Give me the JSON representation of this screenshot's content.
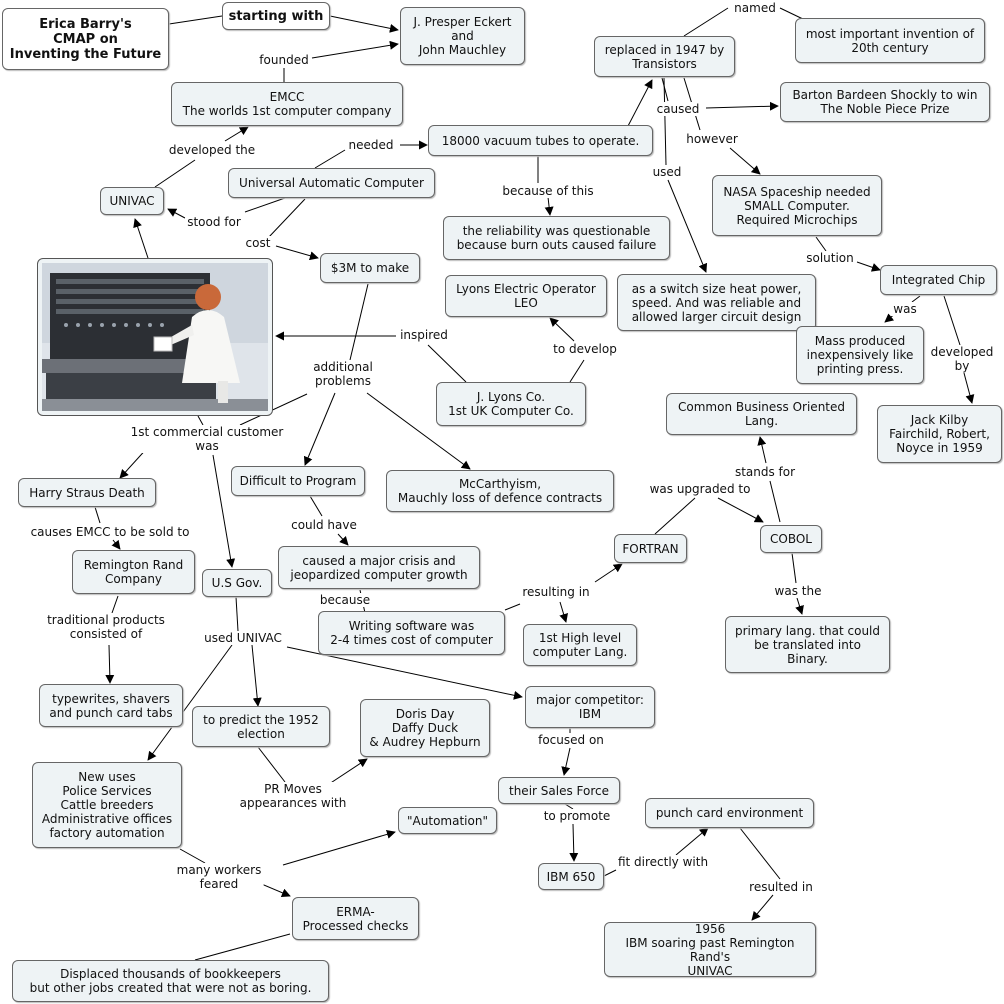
{
  "nodes": {
    "title": "Erica Barry's\nCMAP on\nInventing the Future",
    "starting_with": "starting with",
    "eckert": "J. Presper Eckert\nand\nJohn Mauchley",
    "emcc": "EMCC\nThe worlds 1st computer company",
    "univac": "UNIVAC",
    "uac": "Universal Automatic Computer",
    "tubes": "18000 vacuum tubes to operate.",
    "reliability": "the reliability was questionable\nbecause burn outs caused failure",
    "three_m": "$3M to make",
    "lyons_leo": "Lyons Electric Operator\nLEO",
    "lyons_co": "J. Lyons Co.\n1st UK Computer Co.",
    "transistors": "replaced in 1947 by\nTransistors",
    "most_important": "most important invention of\n20th century",
    "bardeen": "Barton Bardeen Shockly to win\nThe Noble Piece Prize",
    "nasa": "NASA Spaceship needed\nSMALL Computer.\nRequired Microchips",
    "switch": "as a switch size heat power,\nspeed. And was reliable and\nallowed larger circuit design",
    "integrated": "Integrated Chip",
    "mass": "Mass produced\ninexpensively like\nprinting press.",
    "kilby": "Jack Kilby\nFairchild, Robert,\nNoyce in 1959",
    "cobol_long": "Common Business Oriented\nLang.",
    "cobol": "COBOL",
    "fortran": "FORTRAN",
    "primary": "primary lang. that could\nbe translated into\nBinary.",
    "first_high": "1st High level\ncomputer Lang.",
    "harry": "Harry Straus Death",
    "remington": "Remington Rand\nCompany",
    "typewriters": "typewrites, shavers\nand punch card tabs",
    "usgov": "U.S Gov.",
    "difficult": "Difficult to Program",
    "mccarthy": "McCarthyism,\nMauchly loss of defence contracts",
    "crisis": "caused a major crisis and\njeopardized computer growth",
    "writing": "Writing software was\n2-4 times cost of computer",
    "predict": "to predict the 1952\nelection",
    "doris": "Doris Day\nDaffy Duck\n& Audrey Hepburn",
    "new_uses": "New uses\nPolice Services\nCattle breeders\nAdministrative offices\nfactory automation",
    "automation": "\"Automation\"",
    "erma": "ERMA-\nProcessed checks",
    "displaced": "Displaced thousands of bookkeepers\nbut other jobs created that were not as boring.",
    "ibm_comp": "major competitor:\nIBM",
    "sales": "their Sales Force",
    "ibm650": "IBM 650",
    "punch": "punch card environment",
    "soaring": "1956\nIBM soaring past Remington Rand's\nUNIVAC"
  },
  "labels": {
    "founded": "founded",
    "developed_the": "developed the",
    "needed": "needed",
    "stood_for": "stood for",
    "cost": "cost",
    "because_of_this": "because of this",
    "inspired": "inspired",
    "to_develop": "to develop",
    "named": "named",
    "caused": "caused",
    "however": "however",
    "used": "used",
    "solution": "solution",
    "was": "was",
    "developed_by": "developed\nby",
    "additional_problems": "additional\nproblems",
    "first_customer": "1st commercial customer\nwas",
    "stands_for": "stands for",
    "was_upgraded_to": "was upgraded to",
    "could_have": "could have",
    "because": "because",
    "resulting_in": "resulting in",
    "was_the": "was the",
    "causes_emcc": "causes EMCC to be sold to",
    "traditional": "traditional products\nconsisted of",
    "used_univac": "used UNIVAC",
    "pr_moves": "PR Moves\nappearances with",
    "focused_on": "focused on",
    "to_promote": "to promote",
    "fit_directly": "fit directly with",
    "resulted_in": "resulted in",
    "many_workers": "many workers\nfeared"
  },
  "icons": {
    "photo": "univac-computer-photo"
  },
  "colors": {
    "node_fill": "#eef3f5",
    "node_border": "#666666",
    "link": "#000000"
  }
}
